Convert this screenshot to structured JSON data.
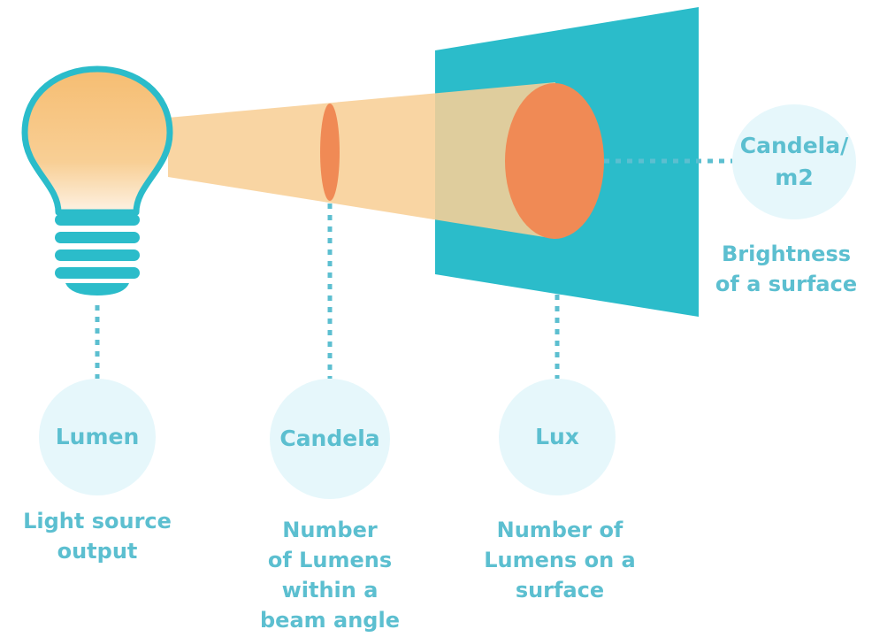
{
  "colors": {
    "teal": "#2bbcca",
    "bulb_glow": "#f7c27a",
    "beam": "#f8cf96",
    "spot": "#f08a55",
    "label_text": "#5cbfd0",
    "circle_fill": "#e6f7fb",
    "connector": "#5cbfd0"
  },
  "units": [
    {
      "name": "Lumen",
      "description": "Light source\noutput"
    },
    {
      "name": "Candela",
      "description": "Number\nof Lumens\nwithin a\nbeam angle"
    },
    {
      "name": "Lux",
      "description": "Number of\nLumens on a\nsurface"
    },
    {
      "name": "Candela/\nm2",
      "description": "Brightness\nof a surface"
    }
  ],
  "icons": {
    "source": "light-bulb-icon"
  }
}
